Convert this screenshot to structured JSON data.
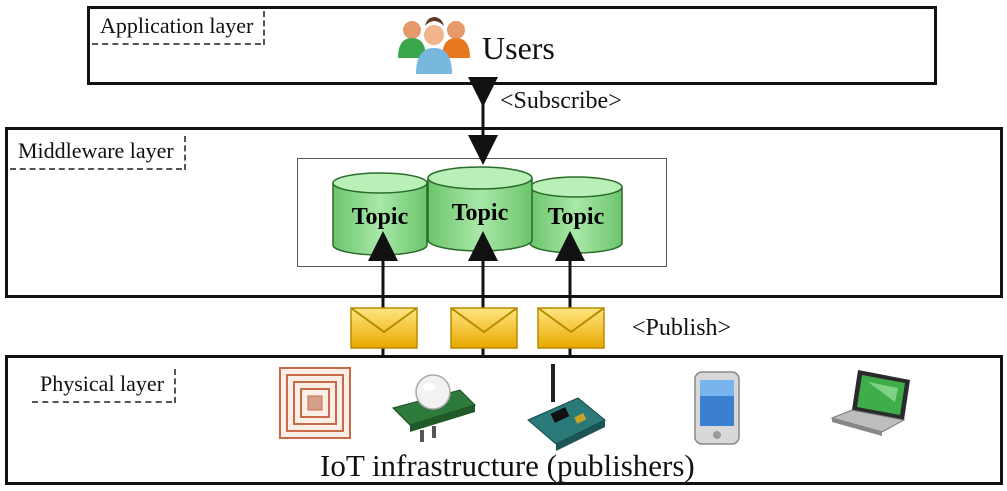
{
  "application_layer": {
    "label": "Application layer",
    "users_label": "Users"
  },
  "subscribe_label": "<Subscribe>",
  "middleware_layer": {
    "label": "Middleware layer",
    "topics": [
      "Topic",
      "Topic",
      "Topic"
    ]
  },
  "publish_label": "<Publish>",
  "physical_layer": {
    "label": "Physical layer",
    "caption": "IoT infrastructure (publishers)"
  },
  "icons": [
    "users-icon",
    "envelope-icon",
    "rfid-tag-icon",
    "motion-sensor-icon",
    "sensor-board-icon",
    "smartphone-icon",
    "laptop-icon"
  ],
  "colors": {
    "topic_fill": "#8fd88f",
    "topic_stroke": "#2a6a2a",
    "envelope": "#f4c430",
    "line": "#111111"
  }
}
